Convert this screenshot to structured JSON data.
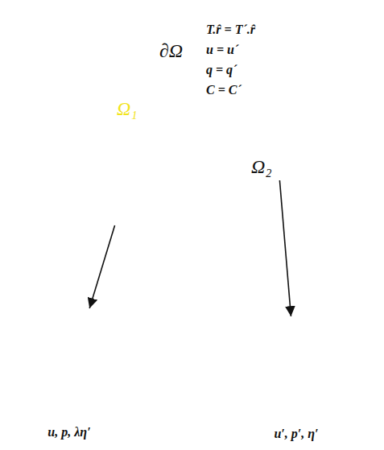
{
  "diagram": {
    "nodes": [
      {
        "text": [
          "∂Ω",
          "T.r̂ = T´.r̂",
          "u = u´",
          "q = q´",
          "C = C´"
        ]
      },
      {
        "text": [
          "Ω₁"
        ],
        "in": 0
      },
      {
        "text": [
          "Ω₂"
        ],
        "in": 0
      },
      {
        "text": [
          "u, p, λη′"
        ]
      },
      {
        "text": [
          "u′, p′, η′"
        ]
      }
    ],
    "edges": [
      {
        "from": 1,
        "to": 3,
        "arrow": "to"
      },
      {
        "from": 2,
        "to": 4,
        "arrow": "to"
      }
    ]
  }
}
